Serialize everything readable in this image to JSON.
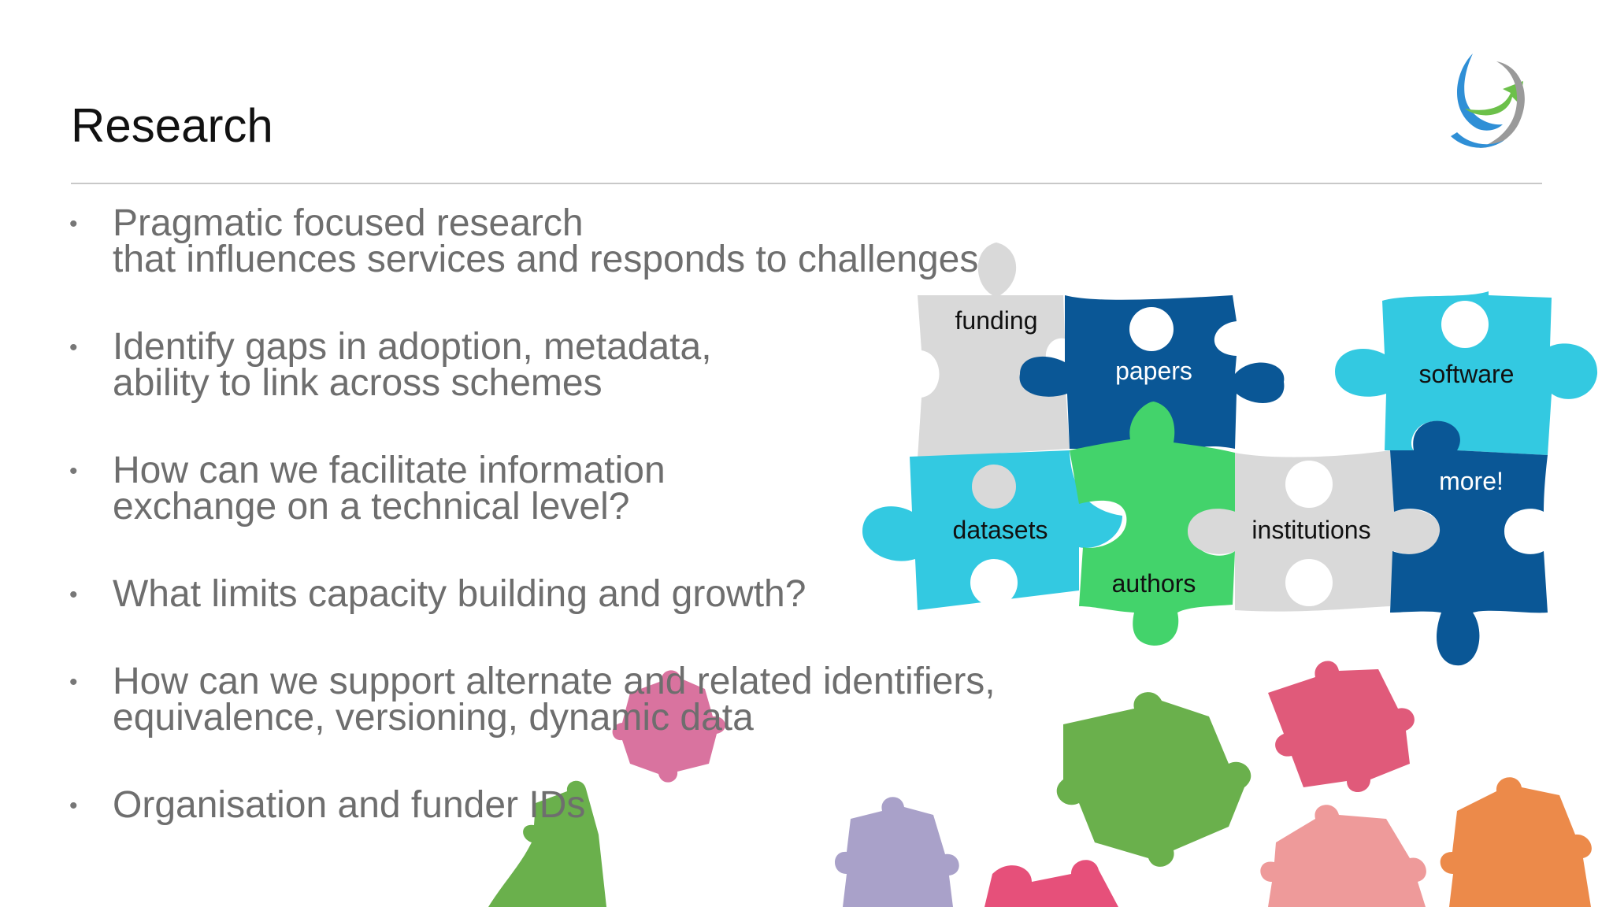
{
  "slide": {
    "title": "Research",
    "bullets": [
      {
        "lines": [
          "Pragmatic focused research",
          "that influences services and responds to challenges"
        ]
      },
      {
        "lines": [
          "Identify gaps in adoption, metadata,",
          "ability to link across schemes"
        ]
      },
      {
        "lines": [
          "How can we facilitate information",
          "exchange on a technical level?"
        ]
      },
      {
        "lines": [
          "What limits capacity building and growth?"
        ]
      },
      {
        "lines": [
          "How can we support alternate and related identifiers,",
          "equivalence, versioning, dynamic data"
        ]
      },
      {
        "lines": [
          "Organisation and funder IDs"
        ]
      }
    ],
    "bullet_glyph": "•"
  },
  "puzzle": {
    "pieces": [
      {
        "label": "funding",
        "color": "#d9d9d9",
        "text_color": "#111111"
      },
      {
        "label": "papers",
        "color": "#0a5796",
        "text_color": "#ffffff"
      },
      {
        "label": "software",
        "color": "#33c9e1",
        "text_color": "#111111"
      },
      {
        "label": "datasets",
        "color": "#33c9e1",
        "text_color": "#111111"
      },
      {
        "label": "authors",
        "color": "#43d36b",
        "text_color": "#111111"
      },
      {
        "label": "institutions",
        "color": "#d9d9d9",
        "text_color": "#111111"
      },
      {
        "label": "more!",
        "color": "#0a5796",
        "text_color": "#ffffff"
      }
    ]
  },
  "logo": {
    "name": "circular-arrows-logo",
    "colors": [
      "#6cc04a",
      "#2f8fd6",
      "#9a9a9a"
    ]
  },
  "decor": {
    "scattered_piece_colors": [
      "#6ab04c",
      "#e05a7a",
      "#a9a1c9",
      "#e6507a",
      "#ee9a9a",
      "#ec8a4a"
    ]
  }
}
